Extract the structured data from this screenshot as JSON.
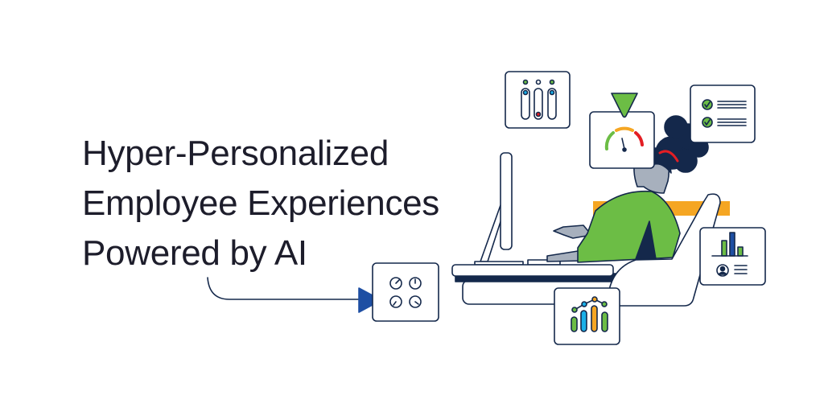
{
  "headline": {
    "lines": [
      "Hyper-Personalized",
      "Employee Experiences",
      "Powered by AI"
    ]
  },
  "colors": {
    "navy": "#14284b",
    "green": "#6cbd45",
    "orange": "#f5a623",
    "blue": "#1e4fa3",
    "cyan": "#1ab0e8",
    "red": "#e31e24",
    "skin": "#a7b0bd"
  }
}
